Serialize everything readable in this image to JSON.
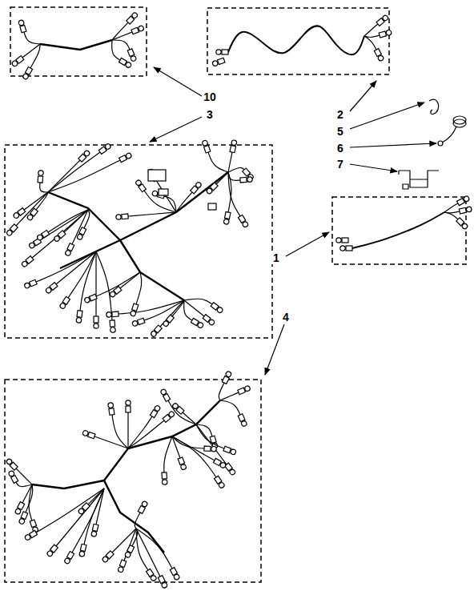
{
  "diagram": {
    "labels": [
      "10",
      "3",
      "2",
      "5",
      "6",
      "7",
      "1",
      "4"
    ]
  }
}
